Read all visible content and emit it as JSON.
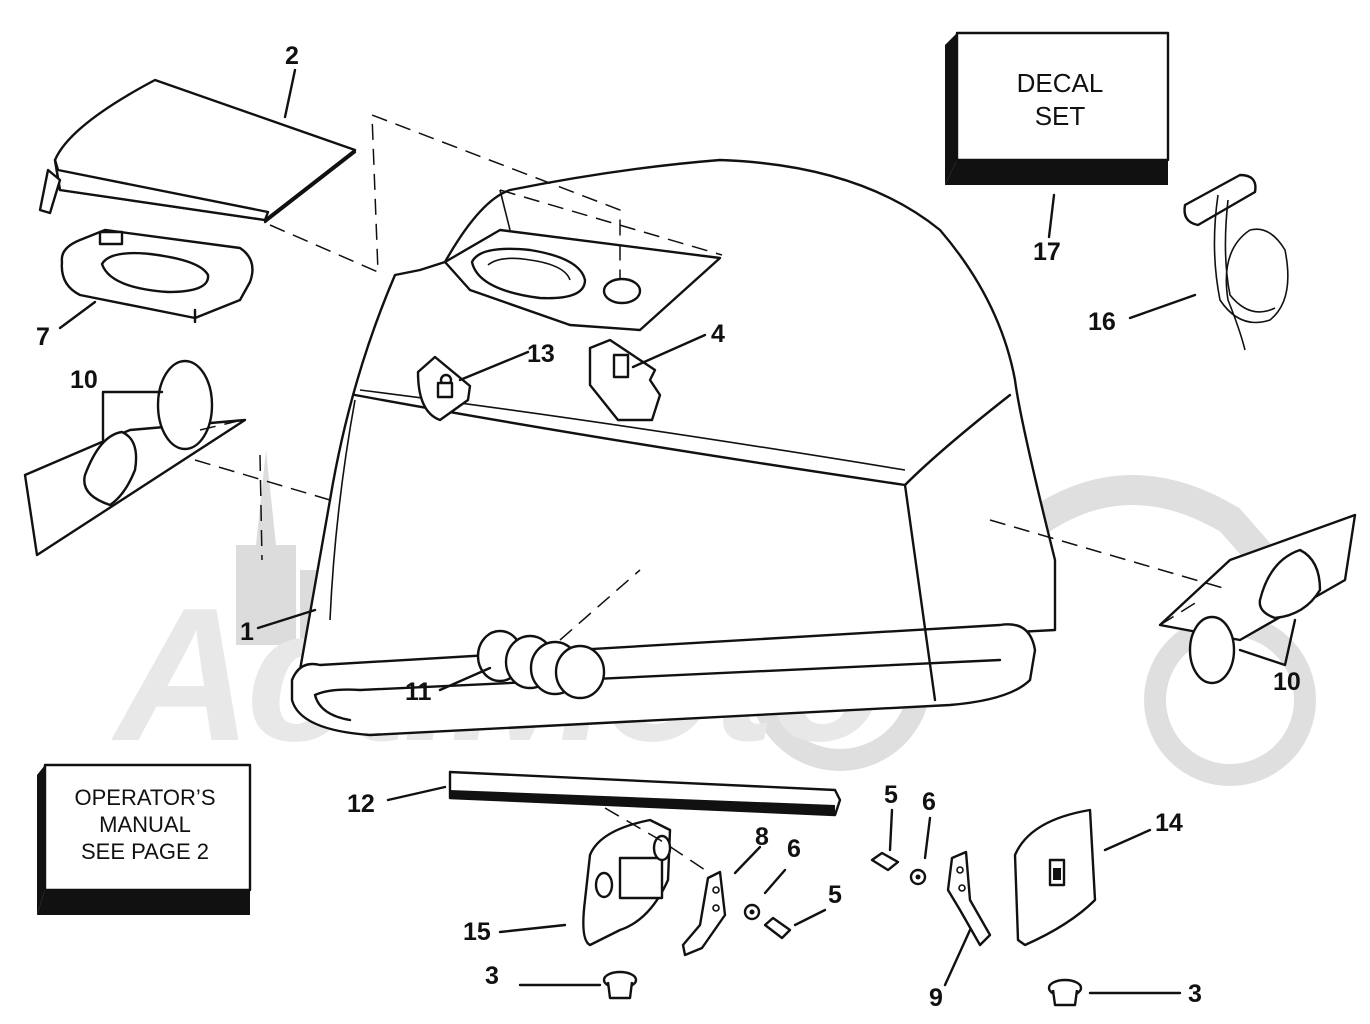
{
  "decal_box": {
    "line1": "DECAL",
    "line2": "SET"
  },
  "manual_box": {
    "line1": "OPERATOR’S",
    "line2": "MANUAL",
    "line3": "SEE PAGE 2"
  },
  "callouts": {
    "c1": "1",
    "c2": "2",
    "c3a": "3",
    "c3b": "3",
    "c4": "4",
    "c5a": "5",
    "c5b": "5",
    "c6a": "6",
    "c6b": "6",
    "c7": "7",
    "c8": "8",
    "c9": "9",
    "c10a": "10",
    "c10b": "10",
    "c11": "11",
    "c12": "12",
    "c13": "13",
    "c14": "14",
    "c15": "15",
    "c16": "16",
    "c17": "17"
  },
  "watermark": {
    "text": "ActiMoto"
  },
  "colors": {
    "line": "#111111",
    "background": "#ffffff",
    "watermark": "#d9d9d9"
  }
}
